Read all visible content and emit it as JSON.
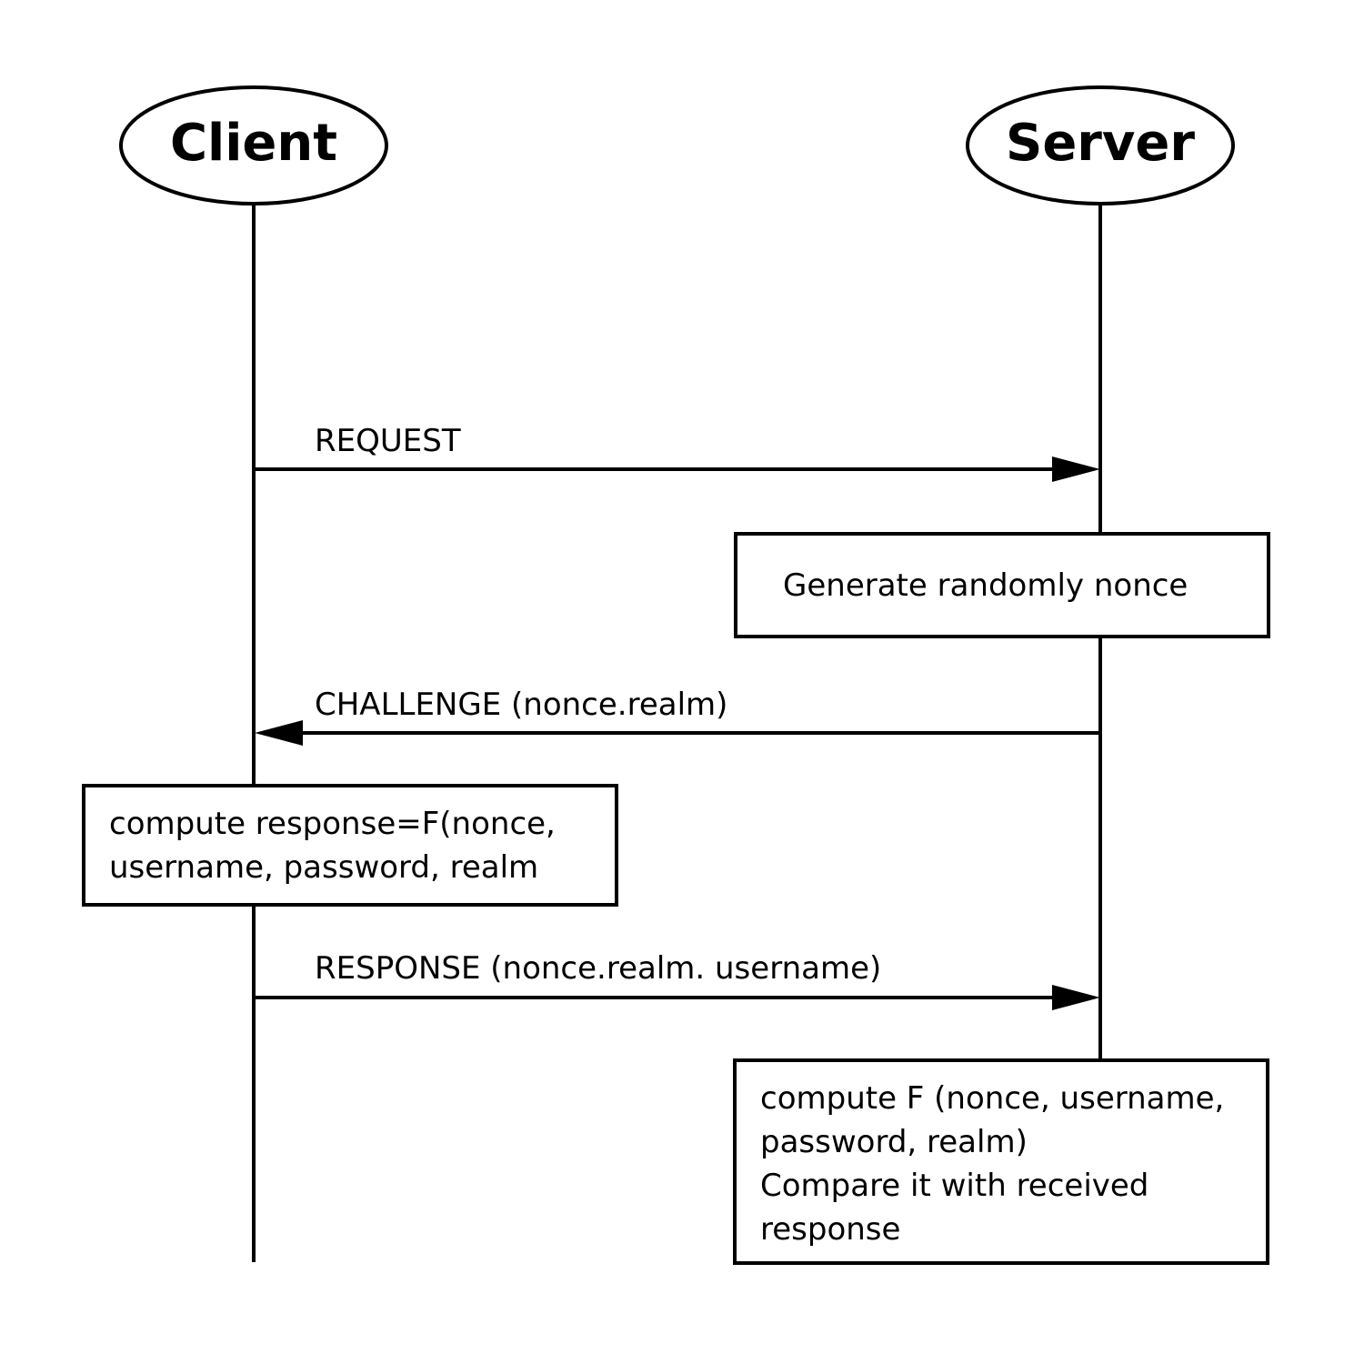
{
  "actors": {
    "client": "Client",
    "server": "Server"
  },
  "messages": {
    "request": "REQUEST",
    "challenge": "CHALLENGE (nonce.realm)",
    "response": "RESPONSE (nonce.realm. username)"
  },
  "notes": {
    "generate_nonce": "Generate randomly nonce",
    "client_compute": [
      "compute response=F(nonce,",
      "username, password, realm"
    ],
    "server_compute": [
      "compute F (nonce, username,",
      "password, realm)",
      "Compare it with received",
      "response"
    ]
  },
  "colors": {
    "stroke": "#000000",
    "background": "#ffffff"
  }
}
